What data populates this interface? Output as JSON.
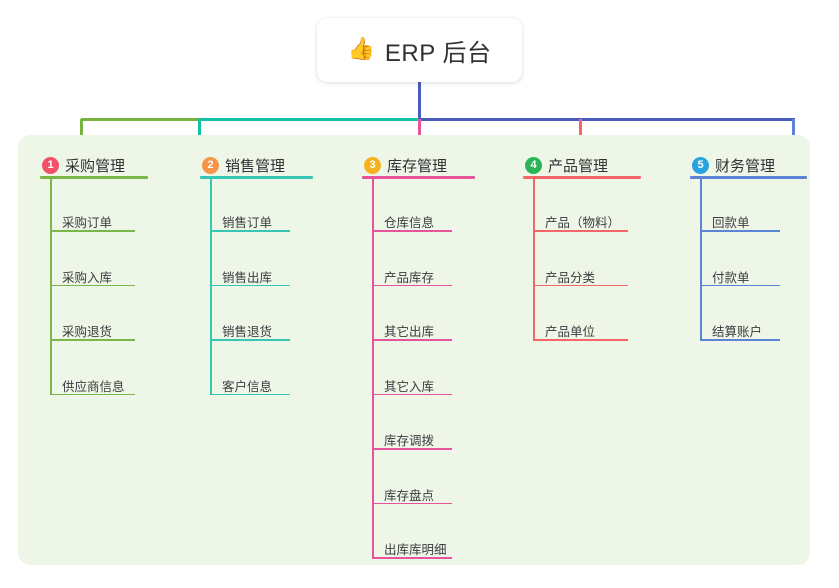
{
  "root": {
    "icon": "thumbs-up-emoji",
    "emoji": "👍",
    "title": "ERP 后台"
  },
  "palette": {
    "panel_bg": "#eef7e7",
    "page_bg": "#ffffff",
    "root_line": "#4a5bbf",
    "bar_green": "#76b33f",
    "bar_teal": "#12c2a8",
    "bar_blue": "#4a5bbf"
  },
  "columns": [
    {
      "index": "1",
      "title": "采购管理",
      "badge_color": "#f2516a",
      "line_color": "#7ab648",
      "items": [
        {
          "label": "采购订单"
        },
        {
          "label": "采购入库"
        },
        {
          "label": "采购退货"
        },
        {
          "label": "供应商信息"
        }
      ]
    },
    {
      "index": "2",
      "title": "销售管理",
      "badge_color": "#f6954a",
      "line_color": "#35c6b4",
      "items": [
        {
          "label": "销售订单"
        },
        {
          "label": "销售出库"
        },
        {
          "label": "销售退货"
        },
        {
          "label": "客户信息"
        }
      ]
    },
    {
      "index": "3",
      "title": "库存管理",
      "badge_color": "#f5b11e",
      "line_color": "#e7549c",
      "items": [
        {
          "label": "仓库信息"
        },
        {
          "label": "产品库存"
        },
        {
          "label": "其它出库"
        },
        {
          "label": "其它入库"
        },
        {
          "label": "库存调拨"
        },
        {
          "label": "库存盘点"
        },
        {
          "label": "出库库明细"
        }
      ]
    },
    {
      "index": "4",
      "title": "产品管理",
      "badge_color": "#2bb457",
      "line_color": "#f4666a",
      "items": [
        {
          "label": "产品（物料）"
        },
        {
          "label": "产品分类"
        },
        {
          "label": "产品单位"
        }
      ]
    },
    {
      "index": "5",
      "title": "财务管理",
      "badge_color": "#29a3e0",
      "line_color": "#5b83d6",
      "items": [
        {
          "label": "回款单"
        },
        {
          "label": "付款单"
        },
        {
          "label": "结算账户"
        }
      ]
    }
  ]
}
